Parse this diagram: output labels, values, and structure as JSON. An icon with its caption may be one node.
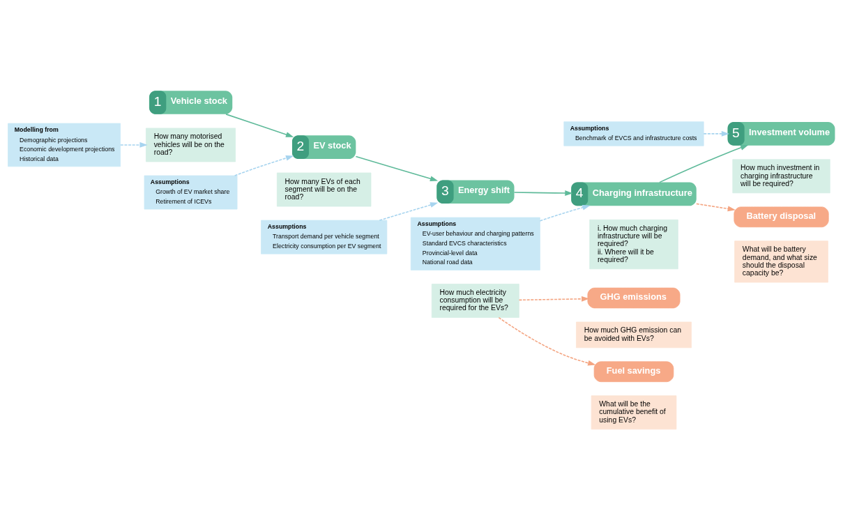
{
  "diagram": {
    "nodes": [
      {
        "text": [
          "1",
          "Vehicle stock"
        ]
      },
      {
        "text": [
          "How many motorised vehicles will be on the road?"
        ]
      },
      {
        "text": [
          "2",
          "EV stock"
        ]
      },
      {
        "text": [
          "How many EVs of each segment will be on the road?"
        ]
      },
      {
        "text": [
          "3",
          "Energy shift"
        ]
      },
      {
        "text": [
          "How much electricity consumption will be required for the EVs?"
        ]
      },
      {
        "text": [
          "4",
          "Charging infrastructure"
        ]
      },
      {
        "text": [
          "i. How much charging infrastructure will be required?",
          "ii. Where will it be required?"
        ]
      },
      {
        "text": [
          "5",
          "Investment volume"
        ]
      },
      {
        "text": [
          "How much investment in charging infrastructure will be required?"
        ]
      },
      {
        "text": [
          "Battery disposal"
        ]
      },
      {
        "text": [
          "What will be battery demand, and what size should the disposal capacity be?"
        ]
      },
      {
        "text": [
          "GHG emissions"
        ]
      },
      {
        "text": [
          "How much GHG emission can be avoided with EVs?"
        ]
      },
      {
        "text": [
          "Fuel savings"
        ]
      },
      {
        "text": [
          "What will be the cumulative benefit of using EVs?"
        ]
      },
      {
        "text": [
          "Assumptions",
          "Growth of EV market share",
          "Retirement of ICEVs"
        ]
      },
      {
        "text": [
          "Assumptions",
          "Transport demand per vehicle segment",
          "Electricity consumption per EV segment"
        ]
      },
      {
        "text": [
          "Assumptions",
          "EV-user behaviour and charging patterns",
          "Standard EVCS characteristics",
          "Provincial-level data",
          "National road data"
        ]
      },
      {
        "text": [
          "Modelling from",
          "Demographic projections",
          "Economic development projections",
          "Historical data"
        ]
      },
      {
        "text": [
          "Assumptions",
          "Benchmark of EVCS and infrastructure costs"
        ]
      }
    ],
    "edges": [
      {
        "from": 0,
        "to": 2,
        "arrow": "to",
        "color": "#5fba9a"
      },
      {
        "from": 2,
        "to": 4,
        "arrow": "to",
        "color": "#5fba9a"
      },
      {
        "from": 4,
        "to": 6,
        "arrow": "to",
        "color": "#5fba9a"
      },
      {
        "from": 6,
        "to": 8,
        "arrow": "to",
        "color": "#5fba9a"
      },
      {
        "from": 6,
        "to": 10,
        "arrow": "to",
        "style": "dashed",
        "color": "#f4a582"
      },
      {
        "from": 5,
        "to": 12,
        "arrow": "to",
        "style": "dashed",
        "color": "#f4a582"
      },
      {
        "from": 5,
        "to": 14,
        "arrow": "to",
        "style": "dashed",
        "color": "#f4a582"
      },
      {
        "from": 16,
        "to": 2,
        "arrow": "to",
        "style": "dashed",
        "color": "#a7d4ef"
      },
      {
        "from": 17,
        "to": 4,
        "arrow": "to",
        "style": "dashed",
        "color": "#a7d4ef"
      },
      {
        "from": 18,
        "to": 6,
        "arrow": "to",
        "style": "dashed",
        "color": "#a7d4ef"
      },
      {
        "from": 19,
        "to": 1,
        "arrow": "to",
        "style": "dashed",
        "color": "#a7d4ef"
      },
      {
        "from": 20,
        "to": 8,
        "arrow": "to",
        "style": "dashed",
        "color": "#a7d4ef"
      }
    ]
  }
}
